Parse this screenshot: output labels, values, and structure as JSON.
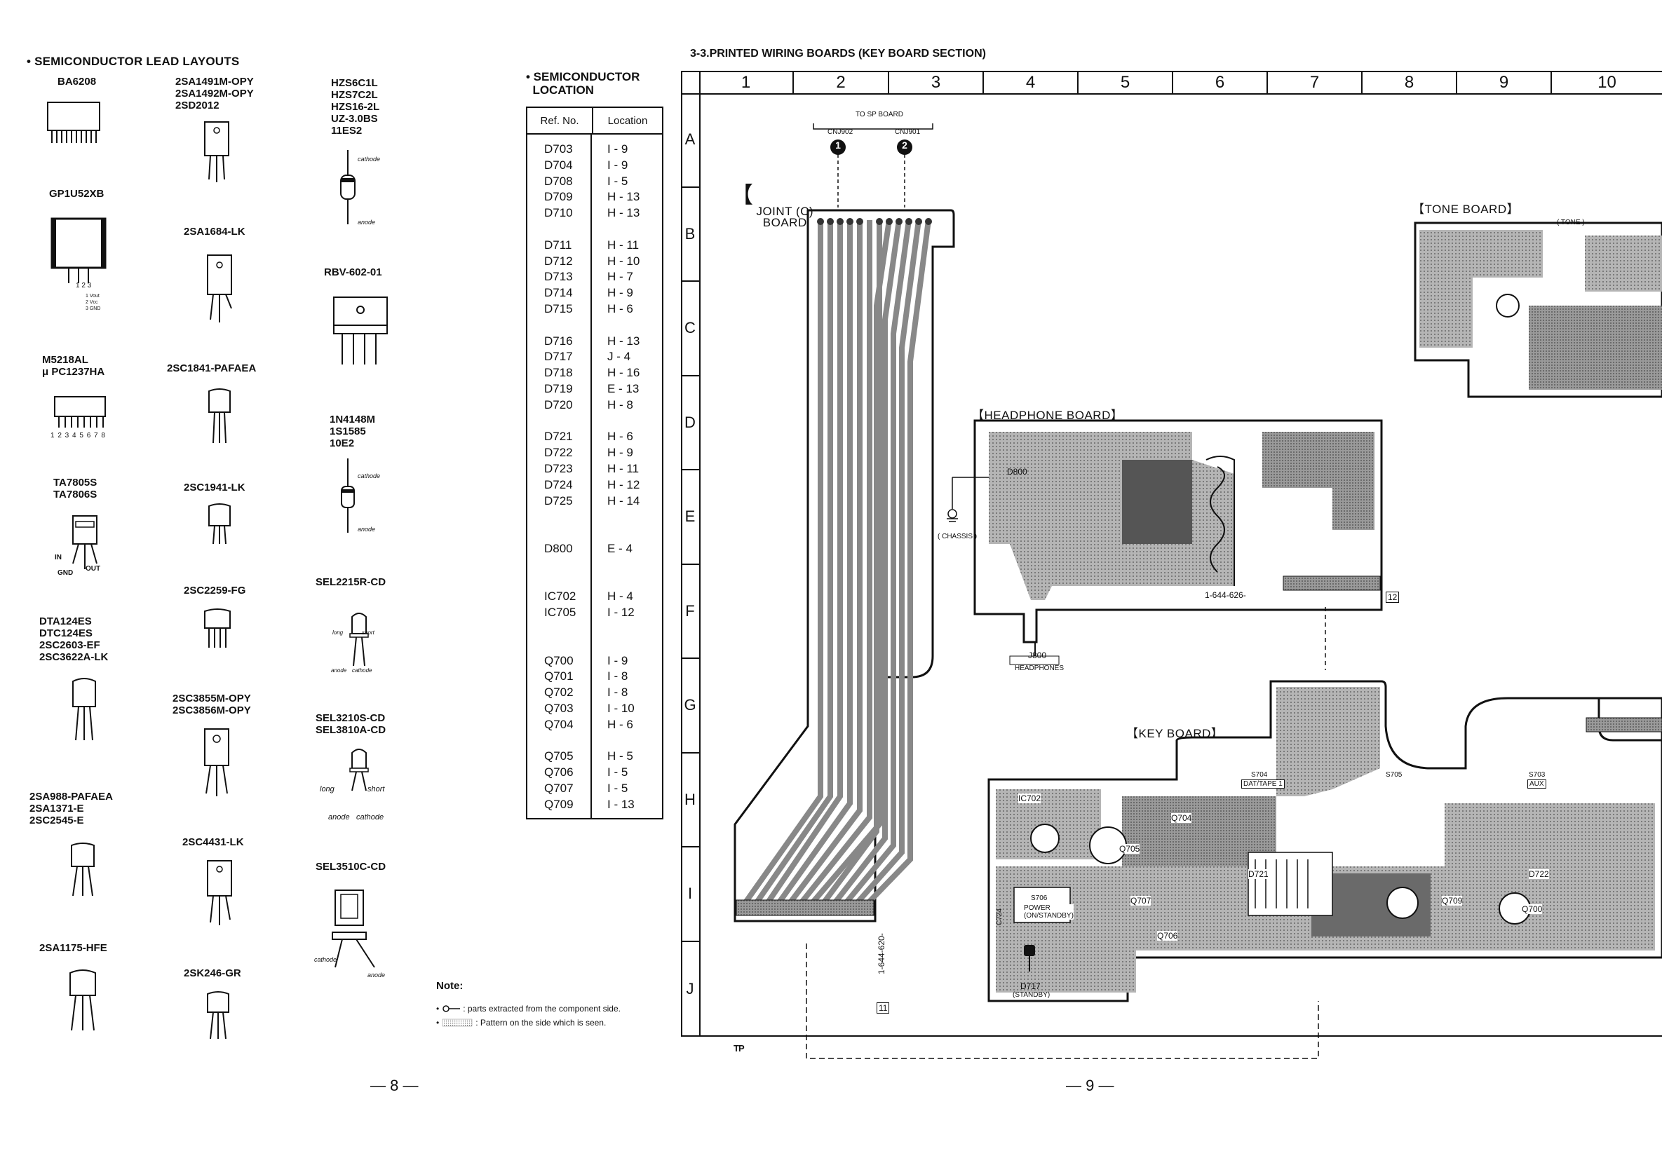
{
  "left_page": {
    "section_title": "• SEMICONDUCTOR LEAD LAYOUTS",
    "components": {
      "ba6208": "BA6208",
      "gp1u52xb": "GP1U52XB",
      "gp1u52xb_pins": "1 2 3",
      "gp1u52xb_pin_legend": [
        "1 Vout",
        "2 Vcc",
        "3 GND"
      ],
      "m5218al": "M5218AL\nμ PC1237HA",
      "m5218al_pins": "1 2 3 4 5 6 7 8",
      "ta7805s": "TA7805S\nTA7806S",
      "ta7805s_in": "IN",
      "ta7805s_out": "OUT",
      "ta7805s_gnd": "GND",
      "dta124es": "DTA124ES\nDTC124ES\n2SC2603-EF\n2SC3622A-LK",
      "sa988": "2SA988-PAFAEA\n2SA1371-E\n2SC2545-E",
      "sa1175": "2SA1175-HFE",
      "sa1491m": "2SA1491M-OPY\n2SA1492M-OPY\n2SD2012",
      "sa1684": "2SA1684-LK",
      "sc1841": "2SC1841-PAFAEA",
      "sc1941": "2SC1941-LK",
      "sc2259": "2SC2259-FG",
      "sc3855m": "2SC3855M-OPY\n2SC3856M-OPY",
      "sc4431": "2SC4431-LK",
      "sk246": "2SK246-GR",
      "hzs6c1l": "HZS6C1L\nHZS7C2L\nHZS16-2L\nUZ-3.0BS\n11ES2",
      "rbv602": "RBV-602-01",
      "n4148m": "1N4148M\n1S1585\n10E2",
      "sel2215r": "SEL2215R-CD",
      "sel3210s": "SEL3210S-CD\nSEL3810A-CD",
      "sel3510c": "SEL3510C-CD",
      "cathode": "cathode",
      "anode": "anode",
      "long": "long",
      "short": "short"
    },
    "location_title": "• SEMICONDUCTOR\n  LOCATION",
    "table_headers": [
      "Ref. No.",
      "Location"
    ],
    "table_groups": [
      [
        [
          "D703",
          "I - 9"
        ],
        [
          "D704",
          "I - 9"
        ],
        [
          "D708",
          "I - 5"
        ],
        [
          "D709",
          "H - 13"
        ],
        [
          "D710",
          "H - 13"
        ]
      ],
      [
        [
          "D711",
          "H - 11"
        ],
        [
          "D712",
          "H - 10"
        ],
        [
          "D713",
          "H - 7"
        ],
        [
          "D714",
          "H - 9"
        ],
        [
          "D715",
          "H - 6"
        ]
      ],
      [
        [
          "D716",
          "H - 13"
        ],
        [
          "D717",
          "J - 4"
        ],
        [
          "D718",
          "H - 16"
        ],
        [
          "D719",
          "E - 13"
        ],
        [
          "D720",
          "H - 8"
        ]
      ],
      [
        [
          "D721",
          "H - 6"
        ],
        [
          "D722",
          "H - 9"
        ],
        [
          "D723",
          "H - 11"
        ],
        [
          "D724",
          "H - 12"
        ],
        [
          "D725",
          "H - 14"
        ]
      ],
      [
        [
          "D800",
          "E - 4"
        ]
      ],
      [
        [
          "IC702",
          "H - 4"
        ],
        [
          "IC705",
          "I - 12"
        ]
      ],
      [
        [
          "Q700",
          "I - 9"
        ],
        [
          "Q701",
          "I - 8"
        ],
        [
          "Q702",
          "I - 8"
        ],
        [
          "Q703",
          "I - 10"
        ],
        [
          "Q704",
          "H - 6"
        ]
      ],
      [
        [
          "Q705",
          "H - 5"
        ],
        [
          "Q706",
          "I - 5"
        ],
        [
          "Q707",
          "I - 5"
        ],
        [
          "Q709",
          "I - 13"
        ]
      ]
    ],
    "note_title": "Note:",
    "note_lines": [
      ": parts extracted from the component side.",
      ": Pattern on the side which is seen."
    ],
    "page_number": "— 8 —"
  },
  "right_page": {
    "section_title": "3-3.PRINTED WIRING BOARDS (KEY BOARD SECTION)",
    "columns": [
      "1",
      "2",
      "3",
      "4",
      "5",
      "6",
      "7",
      "8",
      "9",
      "10"
    ],
    "rows": [
      "A",
      "B",
      "C",
      "D",
      "E",
      "F",
      "G",
      "H",
      "I",
      "J"
    ],
    "to_sp_board": "TO SP BOARD",
    "cnj902": "CNJ902",
    "cnj901": "CNJ901",
    "marker1": "1",
    "marker2": "2",
    "joint_board": "JOINT (C)\nBOARD",
    "tone_board": "TONE BOARD",
    "tone_sub": "( TONE )",
    "headphone_board": "HEADPHONE BOARD",
    "key_board": "KEY BOARD",
    "j800": "J800",
    "headphones": "HEADPHONES",
    "chassis": "( CHASSIS )",
    "board_id_joint": "1-644-620-",
    "board_id_headphone": "1-644-626-",
    "box11": "11",
    "box12": "12",
    "d800": "D800",
    "ic702": "IC702",
    "s704": "S704",
    "s704_label": "DAT/TAPE 1",
    "s703": "S703",
    "s703_label": "AUX",
    "s705": "S705",
    "s706": "S706",
    "power": "POWER\n(ON/STANDBY)",
    "d717": "D717",
    "standby": "(STANDBY)",
    "q705": "Q705",
    "q706": "Q706",
    "q707": "Q707",
    "q704": "Q704",
    "d721": "D721",
    "d722": "D722",
    "q700": "Q700",
    "q709": "Q709",
    "c724": "C724",
    "tp": "TP",
    "page_number": "— 9 —"
  }
}
